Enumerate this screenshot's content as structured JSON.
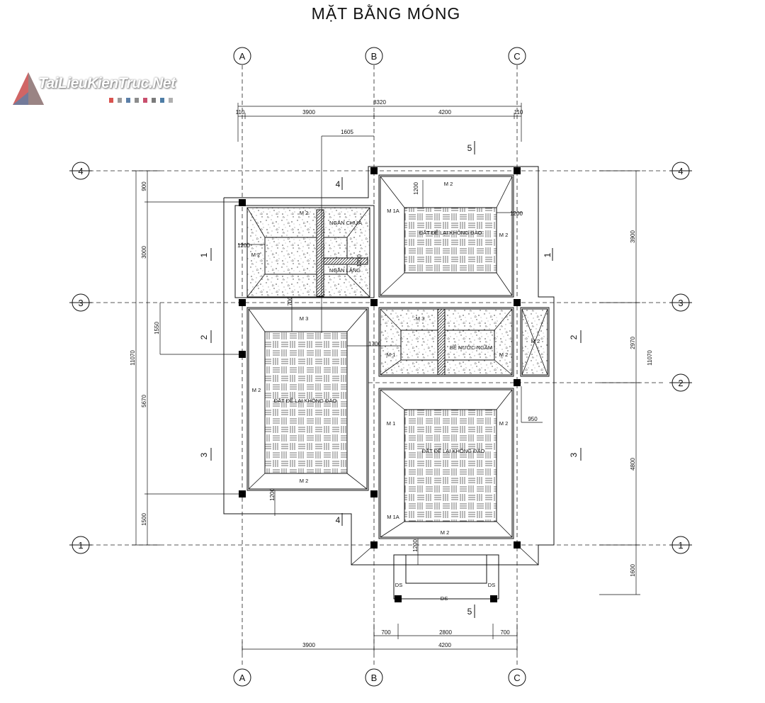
{
  "title": "MẶT BẰNG  MÓNG",
  "watermark": {
    "text": "TaiLieuKienTruc.Net",
    "colors": [
      "#d9534f",
      "#9a9a9a",
      "#5b7fa8",
      "#8c8c8c",
      "#c94f6d",
      "#7a7a7a",
      "#4e7da6",
      "#b0b0b0"
    ]
  },
  "grid": {
    "columns": [
      "A",
      "B",
      "C"
    ],
    "rows": [
      "4",
      "3",
      "2",
      "1"
    ]
  },
  "dimensions": {
    "top_total": "8320",
    "top_segments": [
      "110",
      "3900",
      "4200",
      "110"
    ],
    "top_1605": "1605",
    "left_total": "11070",
    "left_segments": [
      "900",
      "3000",
      "1550",
      "5670",
      "1500"
    ],
    "right_total": "11070",
    "right_segments": [
      "3900",
      "2970",
      "4800",
      "1600"
    ],
    "bottom_segments": [
      "3900",
      "4200"
    ],
    "bottom_small": [
      "700",
      "2800",
      "700"
    ],
    "inner": [
      "1200",
      "1200",
      "1200",
      "700",
      "1700",
      "1200",
      "1200",
      "950",
      "1200"
    ]
  },
  "sections": [
    "1",
    "1",
    "2",
    "2",
    "3",
    "3",
    "4",
    "4",
    "5",
    "5"
  ],
  "labels": {
    "m2": "M 2",
    "m1a": "M 1A",
    "m1": "M 1",
    "m3": "M 3",
    "ds": "DS",
    "ngan_chua": "NGĂN CHỨA",
    "ngan_lang": "NGĂN LẮNG",
    "be_nuoc": "BỂ NƯỚC NGẦM",
    "dat_de_lai_1": "ĐẤT ĐỂ LẠI KHÔNG ĐÀO",
    "dat_de_lai_2": "ĐẤT ĐỂ LẠI KHÔNG ĐÀO",
    "dat_de_lai_3": "ĐẤT ĐỂ LẠI KHÔNG ĐÀO"
  }
}
